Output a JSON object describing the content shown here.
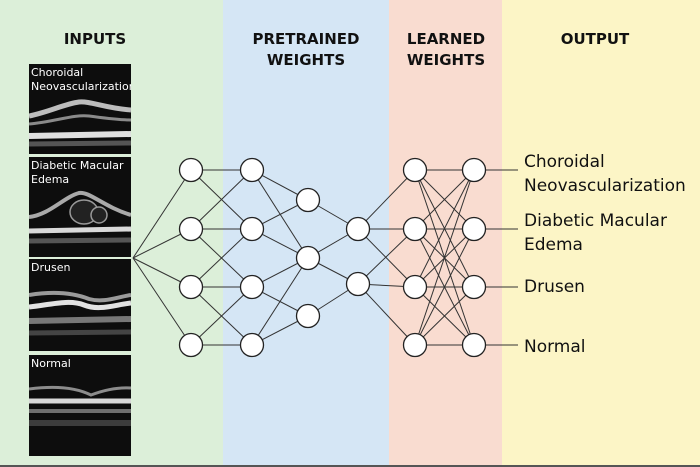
{
  "headers": {
    "inputs": "INPUTS",
    "pretrained_line1": "PRETRAINED",
    "pretrained_line2": "WEIGHTS",
    "learned_line1": "LEARNED",
    "learned_line2": "WEIGHTS",
    "output": "OUTPUT"
  },
  "inputs": [
    {
      "line1": "Choroidal",
      "line2": "Neovascularization"
    },
    {
      "line1": "Diabetic Macular",
      "line2": "Edema"
    },
    {
      "line1": "Drusen",
      "line2": ""
    },
    {
      "line1": "Normal",
      "line2": ""
    }
  ],
  "outputs": [
    {
      "line1": "Choroidal",
      "line2": "Neovascularization"
    },
    {
      "line1": "Diabetic Macular",
      "line2": "Edema"
    },
    {
      "line1": "Drusen",
      "line2": ""
    },
    {
      "line1": "Normal",
      "line2": ""
    }
  ],
  "colors": {
    "inputs_band": "#dcefd9",
    "pretrained_band": "#d5e6f5",
    "learned_band": "#f9dcd0",
    "output_band": "#fcf5c6",
    "node_fill": "#ffffff",
    "edge": "#333333"
  }
}
